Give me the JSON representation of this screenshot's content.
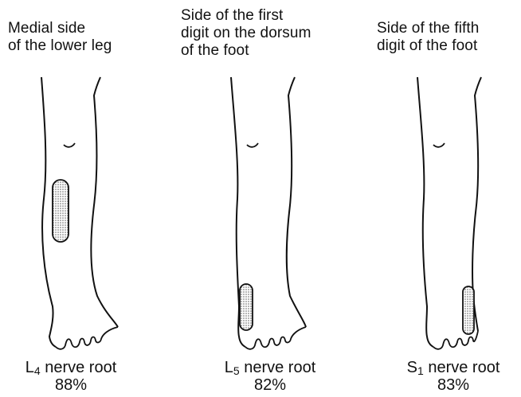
{
  "panels": [
    {
      "caption": "Medial side\nof the lower leg",
      "root_letter": "L",
      "root_sub": "4",
      "root_text": " nerve root",
      "percent": "88%"
    },
    {
      "caption": "Side of the first\ndigit on the dorsum\nof the foot",
      "root_letter": "L",
      "root_sub": "5",
      "root_text": " nerve root",
      "percent": "82%"
    },
    {
      "caption": "Side of the fifth\ndigit of the foot",
      "root_letter": "S",
      "root_sub": "1",
      "root_text": " nerve root",
      "percent": "83%"
    }
  ]
}
